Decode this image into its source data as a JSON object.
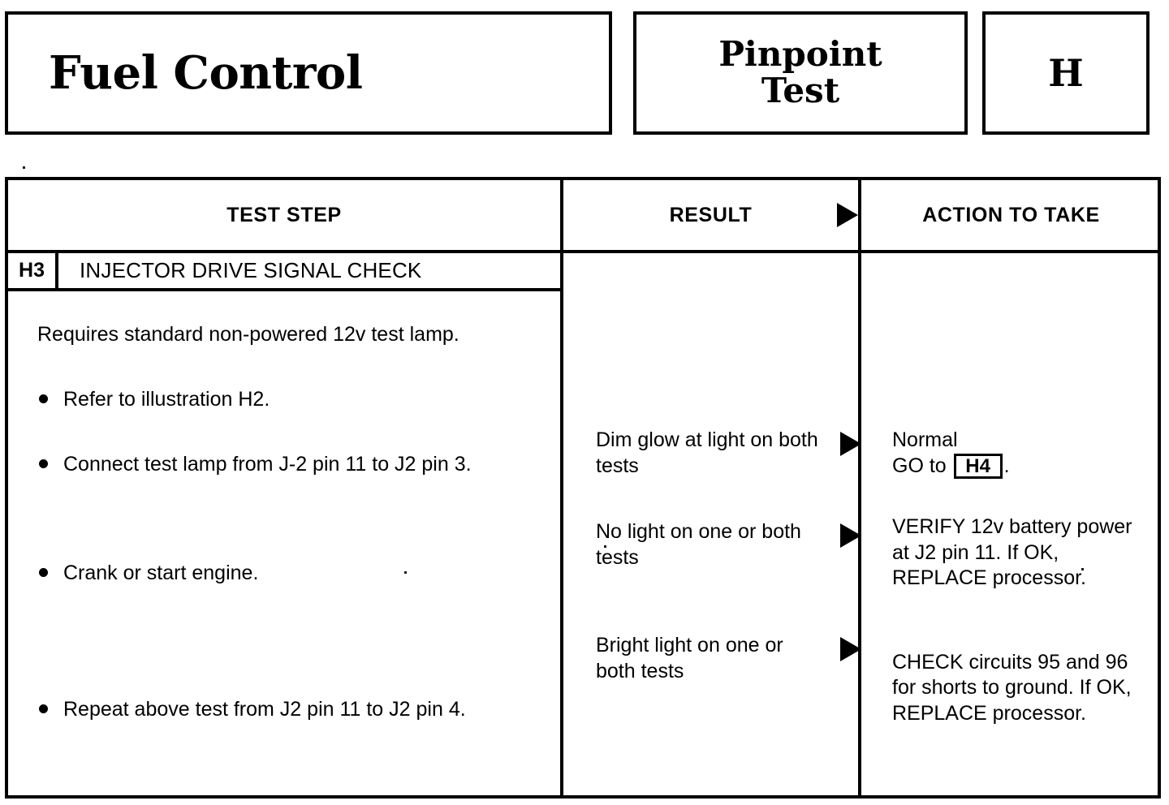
{
  "header": {
    "title": "Fuel Control",
    "test_type": "Pinpoint\nTest",
    "section_letter": "H"
  },
  "table": {
    "columns": {
      "test_step": "TEST STEP",
      "result": "RESULT",
      "action": "ACTION TO TAKE"
    },
    "step": {
      "id": "H3",
      "title": "INJECTOR DRIVE SIGNAL CHECK",
      "intro": "Requires standard non-powered 12v test lamp.",
      "bullets": [
        "Refer to illustration H2.",
        "Connect test lamp from J-2 pin 11 to J2 pin 3.",
        "Crank or start engine.",
        "Repeat above test from J2 pin 11 to J2 pin 4."
      ]
    },
    "results": [
      "Dim glow at light on both tests",
      "No light on one or both tests",
      "Bright light on one or both tests"
    ],
    "actions": [
      {
        "line1": "Normal",
        "goto_prefix": "GO to ",
        "goto_ref": "H4",
        "goto_suffix": "."
      },
      {
        "text": "VERIFY 12v battery power at J2 pin 11. If OK, REPLACE processor."
      },
      {
        "text": "CHECK circuits 95 and 96 for shorts to ground. If OK, REPLACE processor."
      }
    ]
  },
  "icons": {
    "result_arrow": "triangle-right-icon"
  },
  "colors": {
    "ink": "#000000",
    "paper": "#ffffff"
  }
}
